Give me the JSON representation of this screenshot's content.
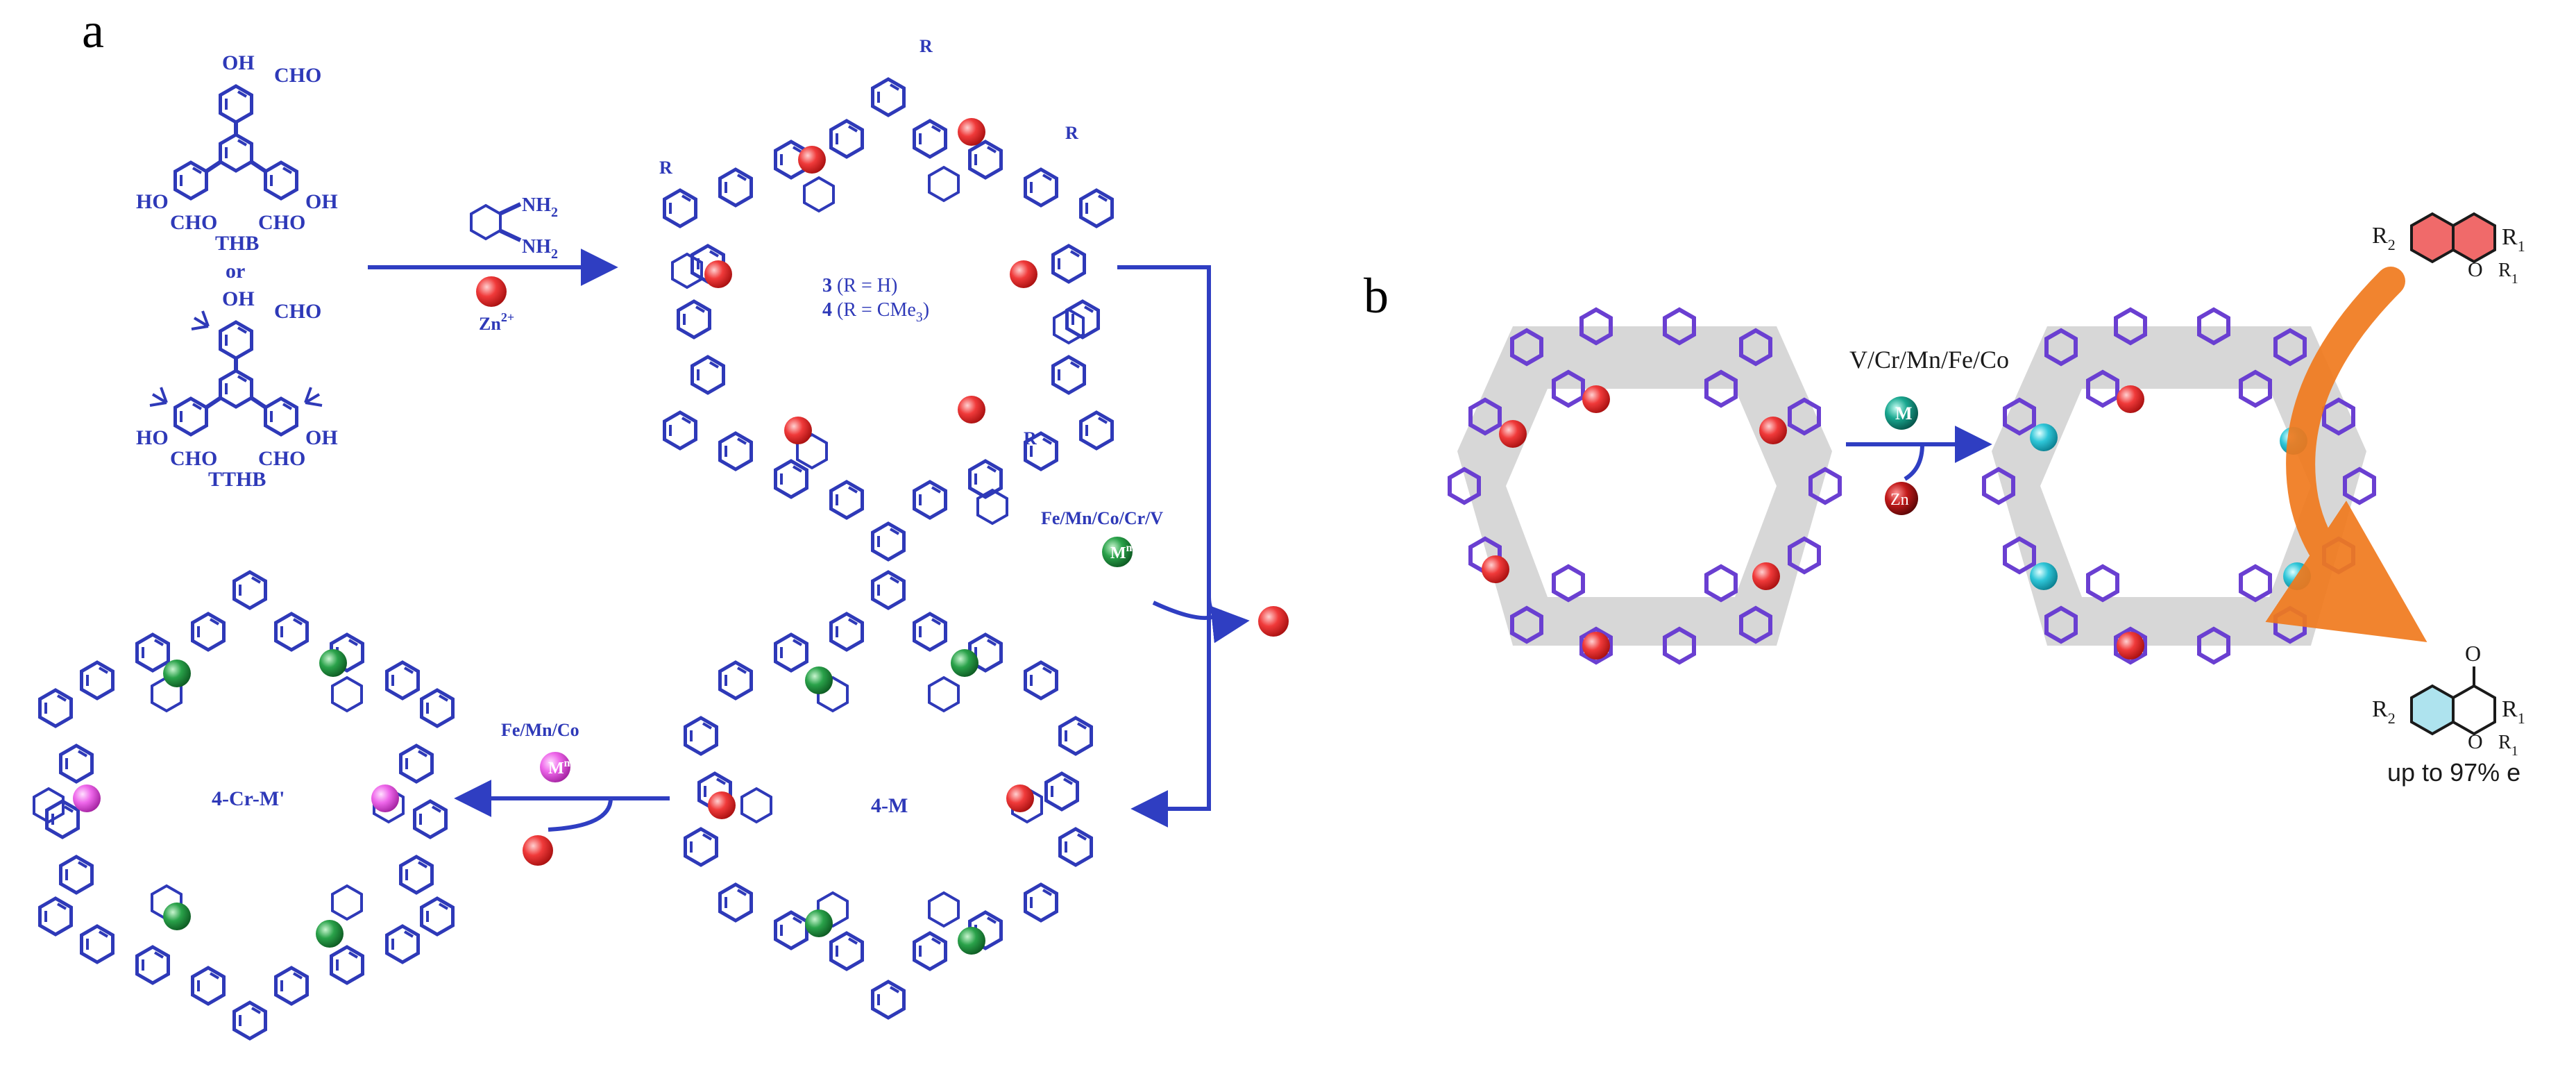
{
  "panels": {
    "a": {
      "label": "a",
      "monomers": {
        "top": {
          "groups": [
            "OH",
            "CHO",
            "HO",
            "CHO",
            "OH",
            "CHO"
          ],
          "name": "THB"
        },
        "or": "or",
        "bottom": {
          "groups": [
            "OH",
            "CHO",
            "HO",
            "CHO",
            "OH",
            "CHO"
          ],
          "name": "TTHB"
        }
      },
      "reagent": {
        "amine1": "NH",
        "amine1_sub": "2",
        "amine2": "NH",
        "amine2_sub": "2",
        "metal": "Zn",
        "metal_sup": "2+"
      },
      "macrocycle1": {
        "line1_num": "3",
        "line1_rest": " (R = H)",
        "line2_num": "4",
        "line2_rest": " (R = CMe",
        "line2_sub": "3",
        "line2_end": ")",
        "r_label": "R"
      },
      "step2": {
        "metals": "Fe/Mn/Co/Cr/V",
        "ion": "M",
        "ion_sup": "n+"
      },
      "macrocycle2": {
        "label": "4-M"
      },
      "step3": {
        "metals": "Fe/Mn/Co",
        "ion": "M",
        "ion_sup": "n+"
      },
      "macrocycle3": {
        "label": "4-Cr-M'"
      }
    },
    "b": {
      "label": "b",
      "metals": "V/Cr/Mn/Fe/Co",
      "ion": "M",
      "released": "Zn",
      "substrate": {
        "r2": "R",
        "r2_sub": "2",
        "r1": "R",
        "r1_sub": "1",
        "o": "O"
      },
      "product": {
        "r2": "R",
        "r2_sub": "2",
        "r1": "R",
        "r1_sub": "1",
        "o": "O",
        "o_ring": "O"
      },
      "result": "up to 97% e"
    }
  },
  "colors": {
    "chem_blue": "#2e39b8",
    "zn_red": "#e52b2b",
    "metal_green": "#1d8c3a",
    "metal_pink": "#e35ae0",
    "metal_cyan": "#2fc6d8",
    "framework_purple": "#6a3fd1",
    "arrow_orange": "#f07a1e",
    "substrate_red": "#f06a6a"
  }
}
